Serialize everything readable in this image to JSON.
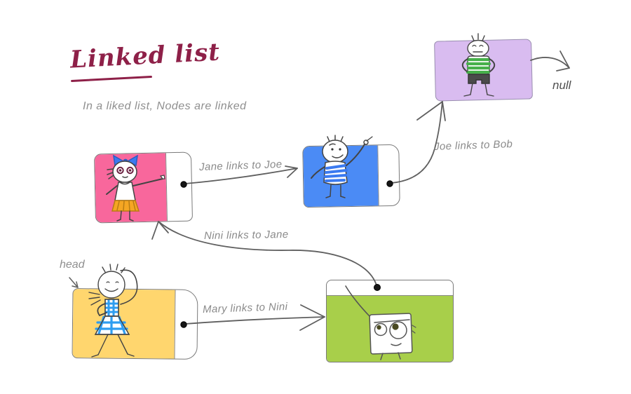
{
  "title": "Linked list",
  "subtitle": "In a liked list, Nodes are linked",
  "annotations": {
    "head": "head",
    "null_label": "null"
  },
  "edges": [
    {
      "from": "Jane",
      "to": "Joe",
      "label": "Jane links to Joe"
    },
    {
      "from": "Joe",
      "to": "Bob",
      "label": "Joe links to Bob"
    },
    {
      "from": "Nini",
      "to": "Jane",
      "label": "Nini links to Jane"
    },
    {
      "from": "Mary",
      "to": "Nini",
      "label": "Mary links to Nini"
    },
    {
      "from": "Bob",
      "to": "null",
      "label": ""
    }
  ],
  "nodes": [
    {
      "name": "Jane",
      "color": "#f8679c",
      "pointer": "right"
    },
    {
      "name": "Joe",
      "color": "#4b8bf5",
      "pointer": "right"
    },
    {
      "name": "Bob",
      "color": "#d9bcf0",
      "pointer": "none"
    },
    {
      "name": "Mary",
      "color": "#ffd66e",
      "pointer": "right"
    },
    {
      "name": "Nini",
      "color": "#a8cf4a",
      "pointer": "top"
    }
  ],
  "colors": {
    "title": "#8e2048",
    "label_text": "#8a8a8a",
    "arrow": "#5f5f5f",
    "bow_blue": "#3b7af0",
    "skirt_orange": "#f5a623",
    "shirt_stripe_blue": "#3b7af0",
    "shirt_stripe_green": "#46b04a",
    "shorts_gray": "#4a4a4a",
    "dress_check_blue": "#2e9df0"
  }
}
